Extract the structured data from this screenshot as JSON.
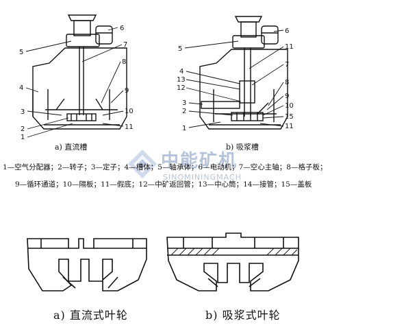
{
  "left_machine": {
    "caption": "a) 直流槽",
    "labels": [
      "1",
      "2",
      "3",
      "4",
      "5",
      "6",
      "7",
      "8",
      "9",
      "10",
      "11"
    ]
  },
  "right_machine": {
    "caption": "b) 吸浆槽",
    "labels": [
      "1",
      "2",
      "3",
      "4",
      "5",
      "6",
      "7",
      "8",
      "9",
      "10",
      "11",
      "12",
      "13",
      "15"
    ]
  },
  "legend": {
    "line1": "1—空气分配器；2—转子；3—定子；4—槽体；5—轴承体；6—电动机；7—空心主轴；8—格子板；",
    "line2": "9—循环通道；10—隔板；11—假底；12—中矿返回管；13—中心筒；14—接管；15—盖板"
  },
  "watermark": {
    "cn": "中能矿机",
    "en": "SINOMININGMACH"
  },
  "impellers": {
    "left_caption": "a) 直流式叶轮",
    "right_caption": "b) 吸浆式叶轮"
  },
  "colors": {
    "ink": "#111111",
    "watermark": "#7c93c2"
  }
}
